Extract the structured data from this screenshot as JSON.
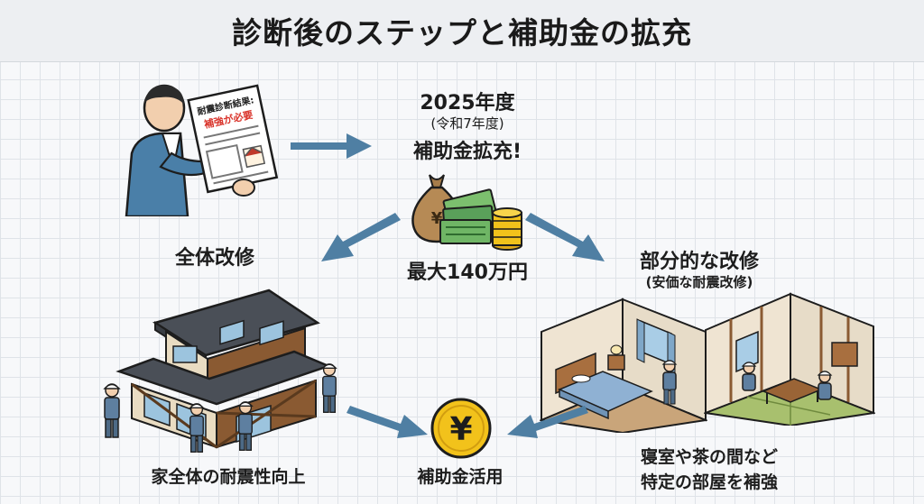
{
  "title": "診断後のステップと補助金の拡充",
  "document": {
    "heading": "耐震診断結果:",
    "verdict": "補強が必要"
  },
  "subsidy": {
    "year": "2025年度",
    "era": "(令和7年度)",
    "headline": "補助金拡充!",
    "max_amount": "最大140万円",
    "money_symbol": "¥"
  },
  "full_renovation": {
    "label": "全体改修",
    "result": "家全体の耐震性向上"
  },
  "partial_renovation": {
    "label": "部分的な改修",
    "note": "(安価な耐震改修)",
    "result_line1": "寝室や茶の間など",
    "result_line2": "特定の部屋を補強"
  },
  "subsidy_use": {
    "symbol": "¥",
    "label": "補助金活用"
  },
  "colors": {
    "arrow": "#4f7fa3",
    "coin": "#f2c21b",
    "verdict": "#d9342b",
    "suit": "#4a7fa8",
    "cash": "#5aa05a"
  },
  "icons": [
    "man-reading-report-icon",
    "money-bag-icon",
    "cash-stack-icon",
    "coin-stack-icon",
    "house-icon",
    "worker-icon",
    "yen-coin-icon",
    "arrow-icon"
  ]
}
